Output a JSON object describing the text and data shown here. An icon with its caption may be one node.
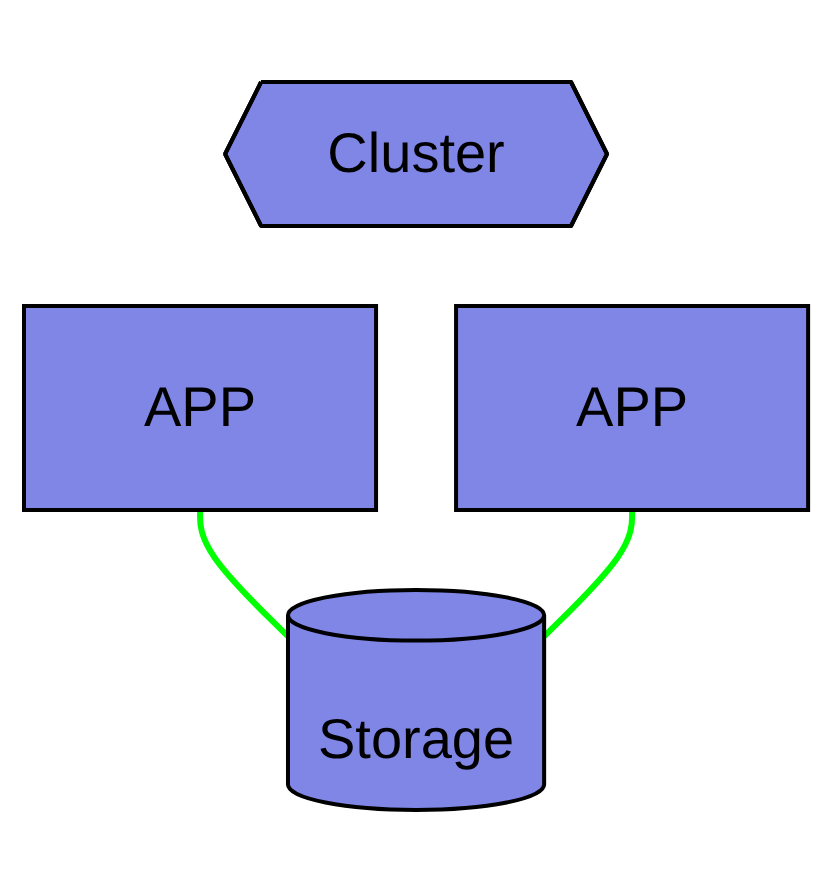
{
  "diagram": {
    "nodes": [
      {
        "text": [
          "Cluster"
        ]
      },
      {
        "text": [
          "APP"
        ]
      },
      {
        "text": [
          "APP"
        ]
      },
      {
        "text": [
          "Storage"
        ]
      }
    ],
    "edges": [
      {
        "from": 1,
        "to": 3,
        "arrow": "none",
        "color": "#00ff00"
      },
      {
        "from": 2,
        "to": 3,
        "arrow": "none",
        "color": "#00ff00"
      }
    ]
  }
}
